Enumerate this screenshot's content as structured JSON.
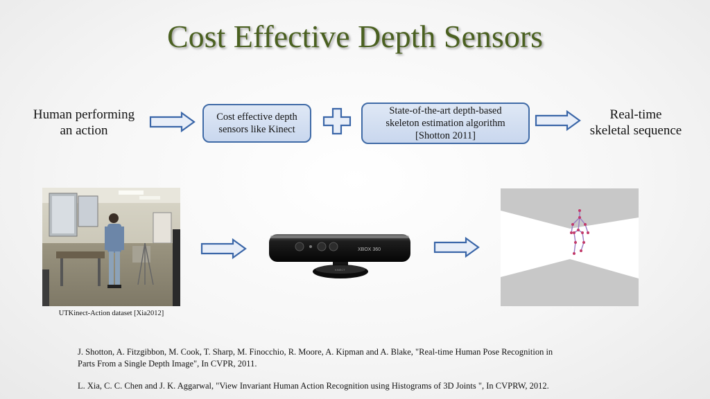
{
  "slide": {
    "title": "Cost Effective Depth Sensors",
    "flow": {
      "left_label_line1": "Human performing",
      "left_label_line2": "an action",
      "box1_line1": "Cost effective depth",
      "box1_line2": "sensors like Kinect",
      "box2_line1": "State-of-the-art depth-based",
      "box2_line2": "skeleton estimation algorithm",
      "box2_line3": "[Shotton 2011]",
      "right_label_line1": "Real-time",
      "right_label_line2": "skeletal sequence"
    },
    "images": {
      "dataset_caption": "UTKinect-Action dataset [Xia2012]",
      "kinect_brand": "XBOX 360",
      "kinect_base_label": "KINECT"
    },
    "references": [
      "J. Shotton, A. Fitzgibbon, M. Cook, T. Sharp, M. Finocchio, R. Moore, A. Kipman and A. Blake, \"Real-time Human Pose Recognition in",
      "Parts From a Single Depth Image\", In CVPR, 2011.",
      "L. Xia,  C. C. Chen and J. K. Aggarwal, \"View Invariant Human Action Recognition using Histograms of 3D Joints \", In CVPRW, 2012."
    ],
    "colors": {
      "title": "#4a6020",
      "box_border": "#3f6aa6",
      "box_fill": "#d5e0f1",
      "arrow_border": "#3a66a8"
    }
  }
}
